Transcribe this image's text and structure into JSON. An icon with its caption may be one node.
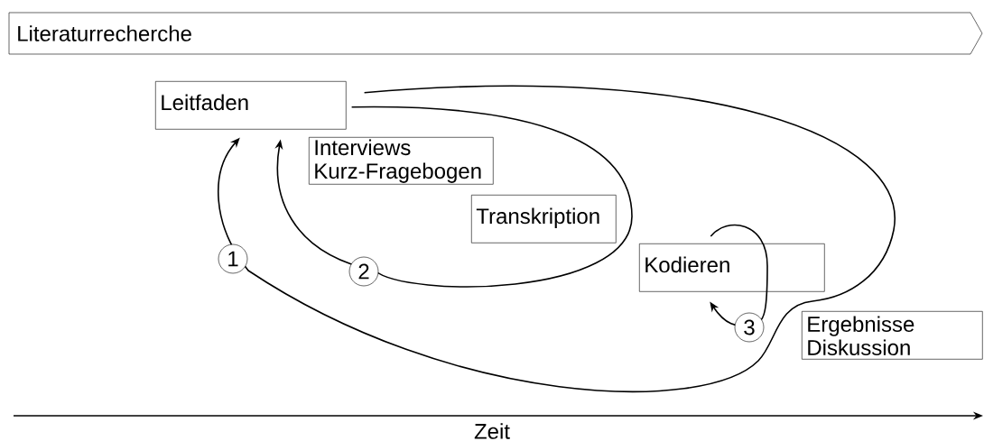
{
  "diagram": {
    "nodes": [
      {
        "text": [
          "Literaturrecherche"
        ]
      },
      {
        "text": [
          "Leitfaden"
        ]
      },
      {
        "text": [
          "Interviews Kurz-Fragebogen"
        ]
      },
      {
        "text": [
          "Transkription"
        ]
      },
      {
        "text": [
          "Kodieren"
        ]
      },
      {
        "text": [
          "Ergebnisse Diskussion"
        ]
      }
    ],
    "edges": [
      {
        "from": 1,
        "to": 1,
        "arrow": "to",
        "label": "1"
      },
      {
        "from": 1,
        "to": 1,
        "arrow": "to",
        "label": "2"
      },
      {
        "from": 4,
        "to": 4,
        "arrow": "to",
        "label": "3"
      }
    ],
    "labels": [
      "Zeit"
    ]
  }
}
